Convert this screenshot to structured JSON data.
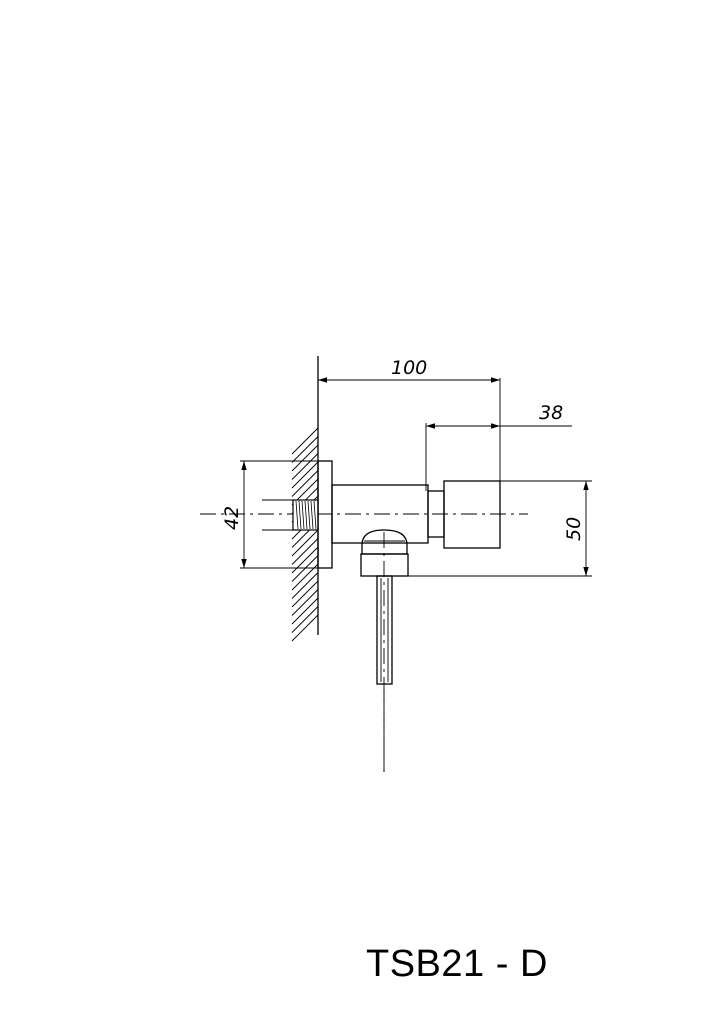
{
  "drawing": {
    "dimensions": {
      "overall_length": "100",
      "handle_length": "38",
      "flange_diameter": "42",
      "handle_height": "50"
    },
    "product_code": "TSB21 - D"
  },
  "colors": {
    "line": "#000000",
    "background": "#ffffff"
  }
}
